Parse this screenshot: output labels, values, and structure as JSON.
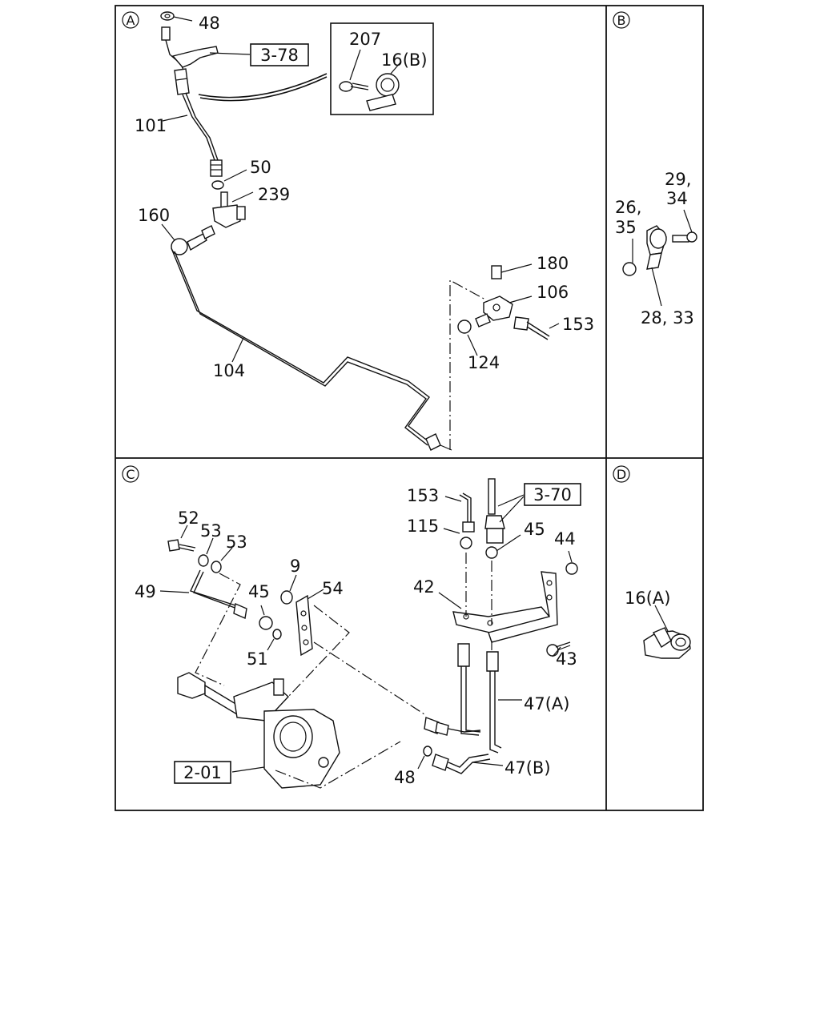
{
  "sections": {
    "a": {
      "letter": "A"
    },
    "b": {
      "letter": "B"
    },
    "c": {
      "letter": "C"
    },
    "d": {
      "letter": "D"
    }
  },
  "refs": {
    "r378": "3-78",
    "r370": "3-70",
    "r201": "2-01"
  },
  "callouts": {
    "c48a": "48",
    "c207": "207",
    "c16b": "16(B)",
    "c101": "101",
    "c50": "50",
    "c239": "239",
    "c160": "160",
    "c180": "180",
    "c106": "106",
    "c153a": "153",
    "c124": "124",
    "c104": "104",
    "c29": "29,",
    "c34": "34",
    "c26": "26,",
    "c35": "35",
    "c2833": "28, 33",
    "c52": "52",
    "c53a": "53",
    "c53b": "53",
    "c49": "49",
    "c45a": "45",
    "c9": "9",
    "c54": "54",
    "c51": "51",
    "c153b": "153",
    "c115": "115",
    "c45b": "45",
    "c44": "44",
    "c42": "42",
    "c43": "43",
    "c47a": "47(A)",
    "c47b": "47(B)",
    "c48b": "48",
    "c16a": "16(A)"
  }
}
